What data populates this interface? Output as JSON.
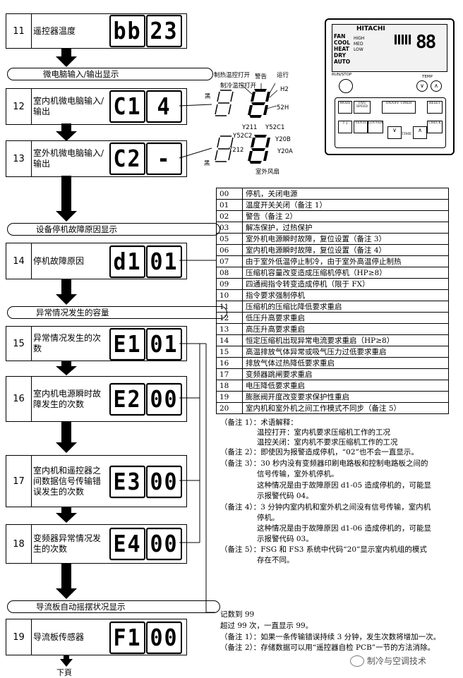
{
  "steps": [
    {
      "num": "11",
      "text": "遥控器温度",
      "display": [
        "bb",
        "23"
      ]
    },
    {
      "num": "12",
      "text": "室内机微电脑输入/输出",
      "display": [
        "C1",
        "4"
      ]
    },
    {
      "num": "13",
      "text": "室外机微电脑输入/输出",
      "display": [
        "C2",
        "-"
      ]
    },
    {
      "num": "14",
      "text": "停机故障原因",
      "display": [
        "d1",
        "01"
      ]
    },
    {
      "num": "15",
      "text": "异常情况发生的次数",
      "display": [
        "E1",
        "01"
      ]
    },
    {
      "num": "16",
      "text": "室内机电源瞬时故障发生的次数",
      "display": [
        "E2",
        "00"
      ]
    },
    {
      "num": "17",
      "text": "室内机和遥控器之间数据信号传输错误发生的次数",
      "display": [
        "E3",
        "00"
      ]
    },
    {
      "num": "18",
      "text": "变频器异常情况发生的次数",
      "display": [
        "E4",
        "00"
      ]
    },
    {
      "num": "19",
      "text": "导流板传感器",
      "display": [
        "F1",
        "00"
      ]
    }
  ],
  "sections": {
    "micro_io": "微电脑输入/输出显示",
    "stop_cause": "设备停机故障原因显示",
    "abnormal": "异常情况发生的容量",
    "louver": "导流板自动摇摆状况显示"
  },
  "next_page": "下頁",
  "segment_labels": {
    "indoor": [
      "制热温控打开",
      "警告",
      "运行",
      "制冷温控打开",
      "H2",
      "52H",
      "黑"
    ],
    "outdoor": [
      "Y211",
      "Y52C1",
      "Y52C2",
      "Y20B",
      "Y212",
      "Y20A",
      "黑",
      "室外风扇"
    ]
  },
  "remote": {
    "brand": "HITACHI",
    "modes": [
      "FAN",
      "COOL",
      "HEAT",
      "DRY",
      "AUTO"
    ],
    "speeds": [
      "HIGH",
      "MED",
      "LOW"
    ],
    "buttons": [
      "RUN/STOP",
      "TEMP",
      "MODE",
      "FAN SPEED",
      "ON/OFF TIMER",
      "RESET",
      "VENTI",
      "LOUVER",
      "TIME",
      "CHECK"
    ],
    "lcd": "88"
  },
  "codes": [
    [
      "00",
      "停机，关闭电源"
    ],
    [
      "01",
      "温度开关关闭（备注 1）"
    ],
    [
      "02",
      "警告（备注 2）"
    ],
    [
      "03",
      "解冻保护，过热保护"
    ],
    [
      "05",
      "室外机电源瞬时故障，复位设置（备注 3）"
    ],
    [
      "06",
      "室内机电源瞬时故障，复位设置（备注 4）"
    ],
    [
      "07",
      "由于室外低温停止制冷，由于室外高温停止制热"
    ],
    [
      "08",
      "压缩机容量改变造成压缩机停机（HP≥8）"
    ],
    [
      "09",
      "四通阀指令转变造成停机（限于 FX）"
    ],
    [
      "10",
      "指令要求强制停机"
    ],
    [
      "11",
      "压缩机的压缩比降低要求重启"
    ],
    [
      "12",
      "低压升高要求重启"
    ],
    [
      "13",
      "高压升高要求重启"
    ],
    [
      "14",
      "恒定压缩机出现异常电流要求重启（HP≥8）"
    ],
    [
      "15",
      "高温排放气体异常或吸气压力过低要求重启"
    ],
    [
      "16",
      "排放气体过热降低要求重启"
    ],
    [
      "17",
      "变频器跳闸要求重启"
    ],
    [
      "18",
      "电压降低要求重启"
    ],
    [
      "19",
      "膨胀阀开度改变要求保护性重启"
    ],
    [
      "20",
      "室内机和室外机之间工作模式不同步（备注 5）"
    ]
  ],
  "notes": [
    "（备注 1）：术语解释：",
    "温控打开：室内机要求压缩机工作的工况",
    "温控关闭：室内机不要求压缩机工作的工况",
    "（备注 2）：即使因为报警造成停机，“02”也不会一直显示。",
    "（备注 3）：30 秒内没有变频器印刷电路板和控制电路板之间的",
    "信号传输，室外机停机。",
    "这种情况是由于故障原因 d1-05 造成停机的，可能显",
    "示报警代码 04。",
    "（备注 4）：3 分钟内室内机和室外机之间没有信号传输，室内机",
    "停机。",
    "这种情况是由于故障原因 d1-06 造成停机的，可能显",
    "示报警代码 03。",
    "（备注 5）：FSG 和 FS3 系统中代码“20”显示室内机组的模式",
    "存在不同。"
  ],
  "bottom_notes": [
    "记数到 99",
    "超过 99 次，一直显示 99。",
    "（备注 1）：如果一条传输错误持续 3 分钟，发生次数将增加一次。",
    "（备注 2）：存储数据可以用“遥控器自检 PCB”一节的方法消除。"
  ],
  "watermark": "制冷与空调技术"
}
